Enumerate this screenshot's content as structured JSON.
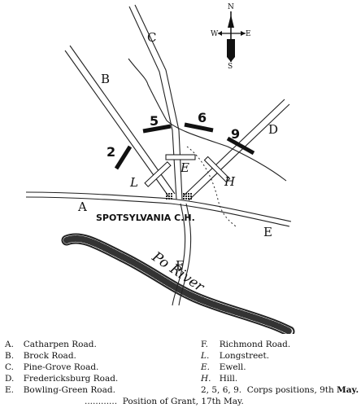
{
  "map": {
    "compass": {
      "n": "N",
      "s": "S",
      "e": "E",
      "w": "W"
    },
    "road_labels": {
      "a": "A",
      "b": "B",
      "c": "C",
      "d": "D",
      "e": "E",
      "f": "F"
    },
    "corps_labels": {
      "l": "L",
      "e": "E",
      "h": "H"
    },
    "positions": {
      "p2": "2",
      "p5": "5",
      "p6": "6",
      "p9": "9"
    },
    "town": "SPOTSYLVANIA C.H.",
    "river": "Po River"
  },
  "legend": {
    "left": [
      {
        "key": "A.",
        "text": "Catharpen Road."
      },
      {
        "key": "B.",
        "text": "Brock Road."
      },
      {
        "key": "C.",
        "text": "Pine-Grove Road."
      },
      {
        "key": "D.",
        "text": "Fredericksburg Road."
      },
      {
        "key": "E.",
        "text": "Bowling-Green Road."
      }
    ],
    "right": [
      {
        "key": "F.",
        "text": "Richmond Road."
      },
      {
        "key": "L.",
        "text": "Longstreet."
      },
      {
        "key": "E.",
        "text": "Ewell."
      },
      {
        "key": "H.",
        "text": "Hill."
      }
    ],
    "corps_key": "2, 5, 6, 9.",
    "corps_text": "Corps positions, 9th",
    "corps_month": "May.",
    "grant_dots": "............",
    "grant_text": "Position of Grant, 17th May."
  }
}
